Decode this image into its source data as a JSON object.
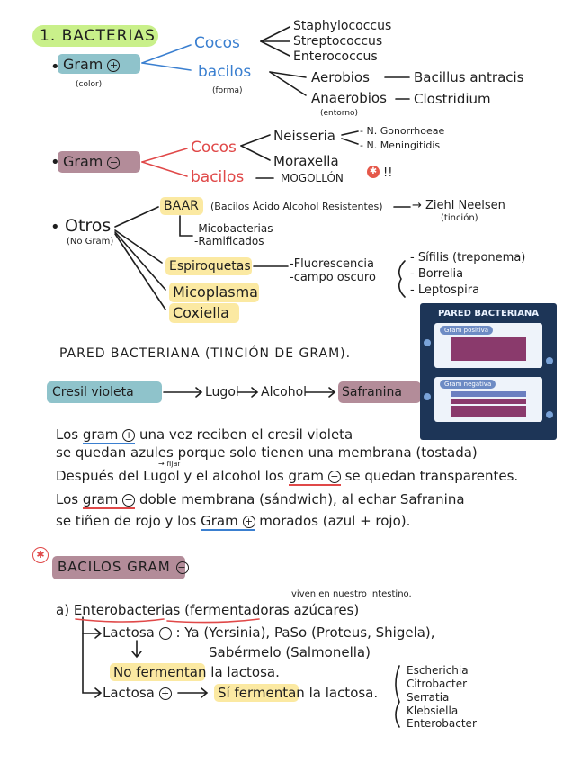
{
  "section1": {
    "title": "1. BACTERIAS",
    "gram_pos": {
      "label": "Gram",
      "sign": "+",
      "note": "(color)",
      "cocos": "Cocos",
      "bacilos": "bacilos",
      "forma": "(forma)",
      "cocos_items": [
        "Staphylococcus",
        "Streptococcus",
        "Enterococcus"
      ],
      "aerobios": "Aerobios",
      "bacillus": "Bacillus antracis",
      "anaerobios": "Anaerobios",
      "clostridium": "Clostridium",
      "entorno": "(entorno)"
    },
    "gram_neg": {
      "label": "Gram",
      "sign": "−",
      "cocos": "Cocos",
      "bacilos": "bacilos",
      "neisseria": "Neisseria",
      "gonorrhoeae": "- N. Gonorrhoeae",
      "meningitidis": "- N. Meningitidis",
      "moraxella": "Moraxella",
      "mogollon": "MOGOLLÓN",
      "exclaim": "!!"
    },
    "otros": {
      "label": "Otros",
      "note": "(No Gram)",
      "baar": "BAAR",
      "baar_desc": "(Bacilos Ácido Alcohol Resistentes)",
      "ziehl": "→ Ziehl Neelsen",
      "tincion": "(tinción)",
      "micobacterias": "-Micobacterias",
      "ramificados": "-Ramificados",
      "espiroquetas": "Espiroquetas",
      "fluorescencia": "-Fluorescencia",
      "campo_oscuro": "-campo oscuro",
      "sifilis": "- Sífilis (treponema)",
      "borrelia": "- Borrelia",
      "leptospira": "- Leptospira",
      "micoplasma": "Micoplasma",
      "coxiella": "Coxiella"
    }
  },
  "figure": {
    "title": "PARED BACTERIANA",
    "gram_pos": "Gram positiva",
    "gram_neg": "Gram negativa"
  },
  "pared": {
    "title": "PARED BACTERIANA (TINCIÓN DE GRAM).",
    "chain": [
      "Cresil violeta",
      "Lugol",
      "Alcohol",
      "Safranina"
    ],
    "p1a": "Los",
    "p1b": "gram",
    "p1c": "una vez reciben el cresil violeta",
    "p2": "se quedan azules porque solo tienen una membrana (tostada)",
    "p3a": "Después del",
    "p3fix": "→ fijar",
    "p3b": "Lugol y el alcohol los",
    "p3c": "gram",
    "p3d": "se quedan transparentes.",
    "p4a": "Los",
    "p4b": "gram",
    "p4c": "doble membrana (sándwich), al echar Safranina",
    "p5a": "se tiñen de rojo y los",
    "p5b": "Gram",
    "p5c": "morados (azul + rojo)."
  },
  "bacilos": {
    "title": "BACILOS GRAM",
    "viven": "viven en nuestro intestino.",
    "a_prefix": "a)",
    "entero": "Enterobacterias",
    "entero_desc": "(fermentadoras azúcares)",
    "lactosa_neg": "Lactosa",
    "lactosa_neg_list": ": Ya (Yersinia), PaSo (Proteus, Shigela),",
    "sabermelo": "Sabérmelo (Salmonella)",
    "no_fermentan": "No fermentan",
    "la_lactosa": "la lactosa.",
    "lactosa_pos": "Lactosa",
    "si_fermentan": "Sí fermentan",
    "la_lactosa2": "la lactosa.",
    "list": [
      "Escherichia",
      "Citrobacter",
      "Serratia",
      "Klebsiella",
      "Enterobacter"
    ]
  }
}
